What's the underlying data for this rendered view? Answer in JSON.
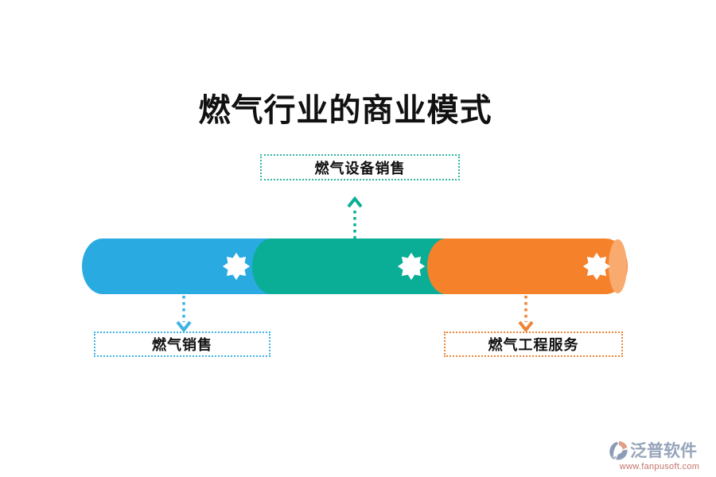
{
  "title": "燃气行业的商业模式",
  "diagram": {
    "bar_segments": [
      {
        "id": "gas-sales",
        "color": "#29ABE2"
      },
      {
        "id": "gas-equipment-sales",
        "color": "#0AAE96"
      },
      {
        "id": "gas-engineering-service",
        "color": "#F5822A"
      }
    ],
    "labels": {
      "top": "燃气设备销售",
      "bottom_left": "燃气销售",
      "bottom_right": "燃气工程服务"
    },
    "accent_colors": {
      "blue": "#29ABE2",
      "teal": "#0AAE96",
      "orange": "#F5822A",
      "orange_cap": "#F9AB6F",
      "border_teal": "#2FB7A4",
      "border_blue": "#3FB3E6",
      "border_orange": "#EF8435"
    }
  },
  "watermark": {
    "brand": "泛普软件",
    "url": "www.fanpusoft.com"
  }
}
